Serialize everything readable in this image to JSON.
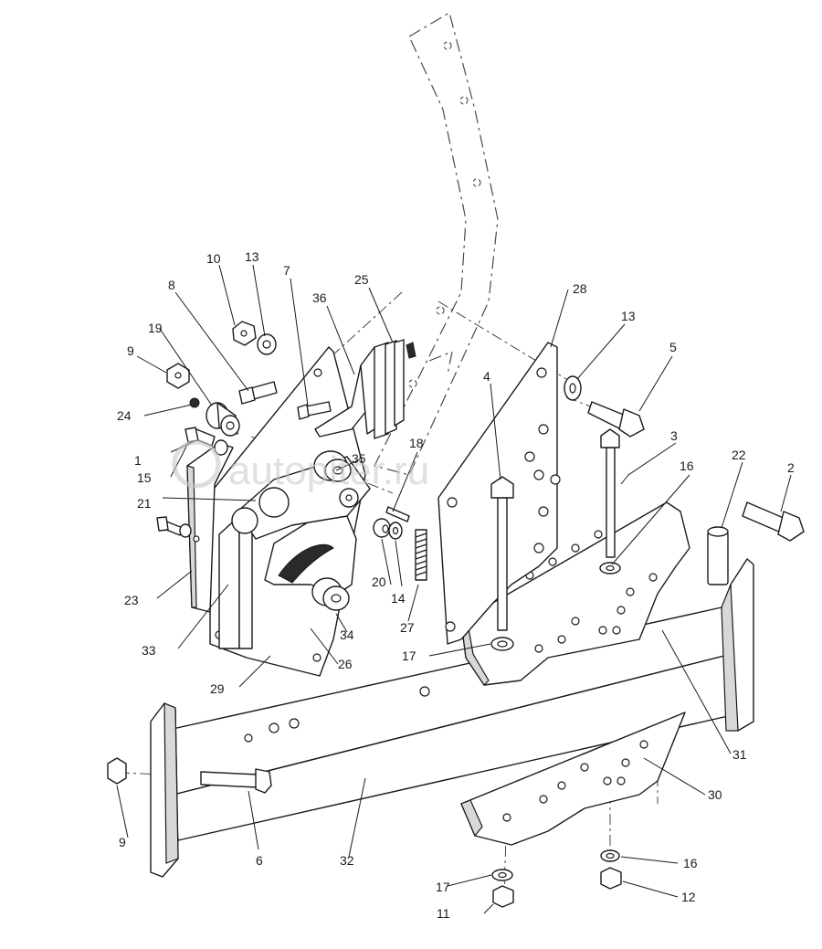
{
  "watermark": "autopiter.ru",
  "callouts": [
    "1",
    "2",
    "3",
    "4",
    "5",
    "6",
    "7",
    "8",
    "9",
    "10",
    "11",
    "12",
    "13",
    "14",
    "15",
    "16",
    "17",
    "18",
    "19",
    "20",
    "21",
    "22",
    "23",
    "24",
    "25",
    "26",
    "27",
    "28",
    "29",
    "30",
    "31",
    "32",
    "33",
    "34",
    "35",
    "36"
  ]
}
